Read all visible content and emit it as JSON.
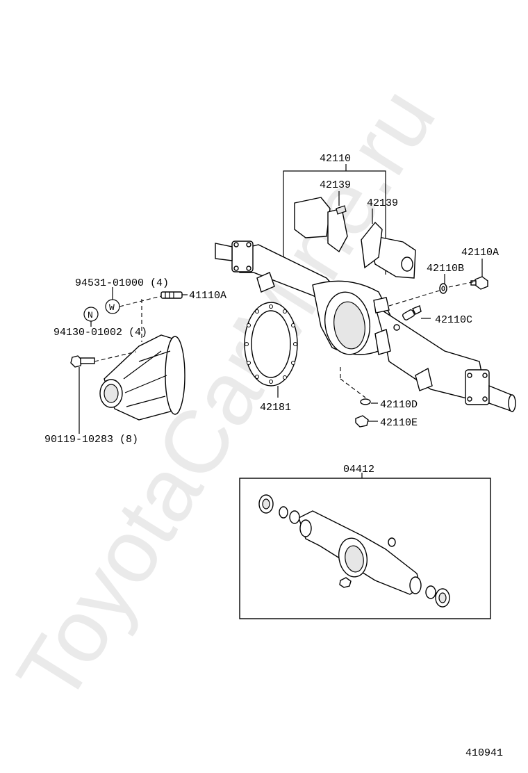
{
  "watermark": "ToyotaCarMine.ru",
  "diagram_id": "410941",
  "labels": {
    "p42110": "42110",
    "p42139_left": "42139",
    "p42139_right": "42139",
    "p42110A": "42110A",
    "p42110B": "42110B",
    "p42110C": "42110C",
    "p42110D": "42110D",
    "p42110E": "42110E",
    "p42181": "42181",
    "p41110A": "41110A",
    "p94531": "94531-01000 (4)",
    "p94130": "94130-01002 (4)",
    "p90119": "90119-10283 (8)",
    "p04412": "04412"
  },
  "symbols": {
    "n": "N",
    "w": "W"
  }
}
